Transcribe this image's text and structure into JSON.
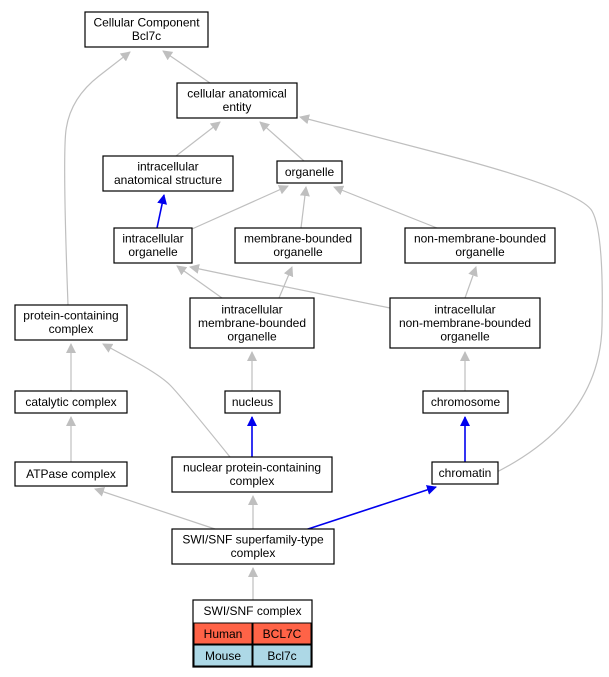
{
  "nodes": {
    "cellular_component": {
      "lines": [
        "Cellular Component",
        "Bcl7c"
      ]
    },
    "cellular_anatomical_entity": {
      "lines": [
        "cellular anatomical",
        "entity"
      ]
    },
    "intracellular_anatomical_structure": {
      "lines": [
        "intracellular",
        "anatomical structure"
      ]
    },
    "organelle": {
      "lines": [
        "organelle"
      ]
    },
    "intracellular_organelle": {
      "lines": [
        "intracellular",
        "organelle"
      ]
    },
    "membrane_bounded_organelle": {
      "lines": [
        "membrane-bounded",
        "organelle"
      ]
    },
    "non_membrane_bounded_organelle": {
      "lines": [
        "non-membrane-bounded",
        "organelle"
      ]
    },
    "protein_containing_complex": {
      "lines": [
        "protein-containing",
        "complex"
      ]
    },
    "intracellular_membrane_bounded_organelle": {
      "lines": [
        "intracellular",
        "membrane-bounded",
        "organelle"
      ]
    },
    "intracellular_non_membrane_bounded_organelle": {
      "lines": [
        "intracellular",
        "non-membrane-bounded",
        "organelle"
      ]
    },
    "catalytic_complex": {
      "lines": [
        "catalytic complex"
      ]
    },
    "nucleus": {
      "lines": [
        "nucleus"
      ]
    },
    "chromosome": {
      "lines": [
        "chromosome"
      ]
    },
    "atpase_complex": {
      "lines": [
        "ATPase complex"
      ]
    },
    "nuclear_protein_containing_complex": {
      "lines": [
        "nuclear protein-containing",
        "complex"
      ]
    },
    "chromatin": {
      "lines": [
        "chromatin"
      ]
    },
    "swi_snf_superfamily_type_complex": {
      "lines": [
        "SWI/SNF superfamily-type",
        "complex"
      ]
    }
  },
  "edges": [
    {
      "from": "cellular_anatomical_entity",
      "to": "cellular_component",
      "kind": "is_a"
    },
    {
      "from": "protein_containing_complex",
      "to": "cellular_component",
      "kind": "is_a"
    },
    {
      "from": "intracellular_anatomical_structure",
      "to": "cellular_anatomical_entity",
      "kind": "is_a"
    },
    {
      "from": "organelle",
      "to": "cellular_anatomical_entity",
      "kind": "is_a"
    },
    {
      "from": "chromatin",
      "to": "cellular_anatomical_entity",
      "kind": "is_a"
    },
    {
      "from": "intracellular_organelle",
      "to": "intracellular_anatomical_structure",
      "kind": "part_of"
    },
    {
      "from": "intracellular_organelle",
      "to": "organelle",
      "kind": "is_a"
    },
    {
      "from": "membrane_bounded_organelle",
      "to": "organelle",
      "kind": "is_a"
    },
    {
      "from": "non_membrane_bounded_organelle",
      "to": "organelle",
      "kind": "is_a"
    },
    {
      "from": "intracellular_membrane_bounded_organelle",
      "to": "intracellular_organelle",
      "kind": "is_a"
    },
    {
      "from": "intracellular_non_membrane_bounded_organelle",
      "to": "intracellular_organelle",
      "kind": "is_a"
    },
    {
      "from": "intracellular_membrane_bounded_organelle",
      "to": "membrane_bounded_organelle",
      "kind": "is_a"
    },
    {
      "from": "intracellular_non_membrane_bounded_organelle",
      "to": "non_membrane_bounded_organelle",
      "kind": "is_a"
    },
    {
      "from": "catalytic_complex",
      "to": "protein_containing_complex",
      "kind": "is_a"
    },
    {
      "from": "nuclear_protein_containing_complex",
      "to": "protein_containing_complex",
      "kind": "is_a"
    },
    {
      "from": "nucleus",
      "to": "intracellular_membrane_bounded_organelle",
      "kind": "is_a"
    },
    {
      "from": "chromosome",
      "to": "intracellular_non_membrane_bounded_organelle",
      "kind": "is_a"
    },
    {
      "from": "atpase_complex",
      "to": "catalytic_complex",
      "kind": "is_a"
    },
    {
      "from": "nuclear_protein_containing_complex",
      "to": "nucleus",
      "kind": "part_of"
    },
    {
      "from": "chromatin",
      "to": "chromosome",
      "kind": "part_of"
    },
    {
      "from": "swi_snf_superfamily_type_complex",
      "to": "atpase_complex",
      "kind": "is_a"
    },
    {
      "from": "swi_snf_superfamily_type_complex",
      "to": "nuclear_protein_containing_complex",
      "kind": "is_a"
    },
    {
      "from": "swi_snf_superfamily_type_complex",
      "to": "chromatin",
      "kind": "part_of"
    },
    {
      "from": "swi_snf_complex",
      "to": "swi_snf_superfamily_type_complex",
      "kind": "is_a"
    }
  ],
  "edge_colors": {
    "is_a": "#bfbfbf",
    "part_of": "#0000ee"
  },
  "annotated_term": {
    "title": "SWI/SNF complex",
    "genes": [
      {
        "species": "Human",
        "gene": "BCL7C",
        "color": "#ff6347"
      },
      {
        "species": "Mouse",
        "gene": "Bcl7c",
        "color": "#add8e6"
      }
    ]
  }
}
